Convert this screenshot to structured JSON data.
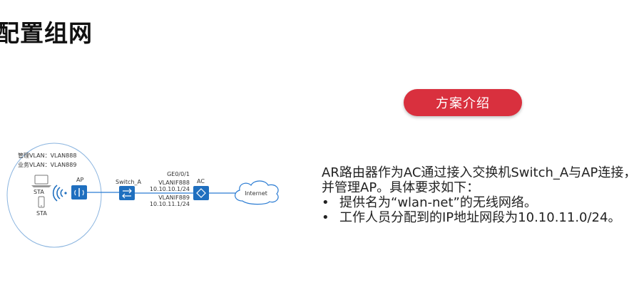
{
  "page": {
    "title": "配置组网"
  },
  "section": {
    "pill_label": "方案介绍"
  },
  "description": {
    "line1": "AR路由器作为AC通过接入交换机Switch_A与AP连接，",
    "line2": "并管理AP。具体要求如下：",
    "bullets": [
      "提供名为“wlan-net”的无线网络。",
      "工作人员分配到的IP地址网段为10.10.11.0/24。"
    ]
  },
  "topology": {
    "vlan_mgmt": "管理VLAN：VLAN888",
    "vlan_service": "业务VLAN：VLAN889",
    "sta_laptop": "STA",
    "sta_phone": "STA",
    "ap_label": "AP",
    "switch_label": "Switch_A",
    "port_label": "GE0/0/1",
    "vlanif888": "VLANIF888",
    "ip888": "10.10.10.1/24",
    "vlanif889": "VLANIF889",
    "ip889": "10.10.11.1/24",
    "ac_label": "AC",
    "internet_label": "Internet"
  },
  "colors": {
    "accent": "#d9303e",
    "device_blue": "#1f6fbf",
    "link_blue": "#2b7cd3"
  }
}
